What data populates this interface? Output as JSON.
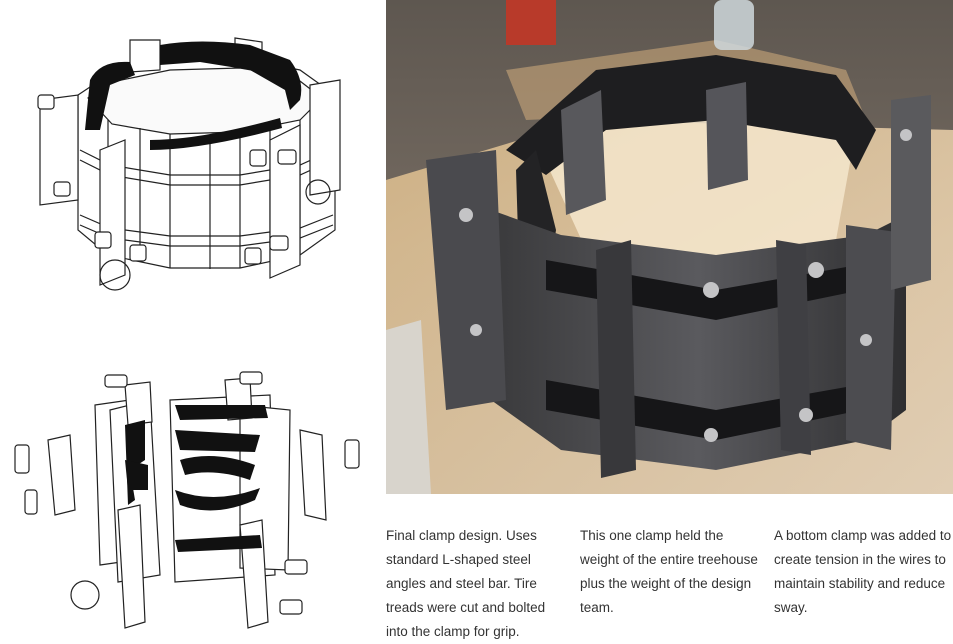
{
  "captions": [
    "Final clamp design. Uses standard L-shaped steel angles and steel bar. Tire treads were cut and bolted into the clamp for grip.",
    "This one clamp held the weight of the entire treehouse plus the weight of the design team.",
    "A bottom clamp was added to create tension in the wires to maintain stability and reduce sway."
  ]
}
